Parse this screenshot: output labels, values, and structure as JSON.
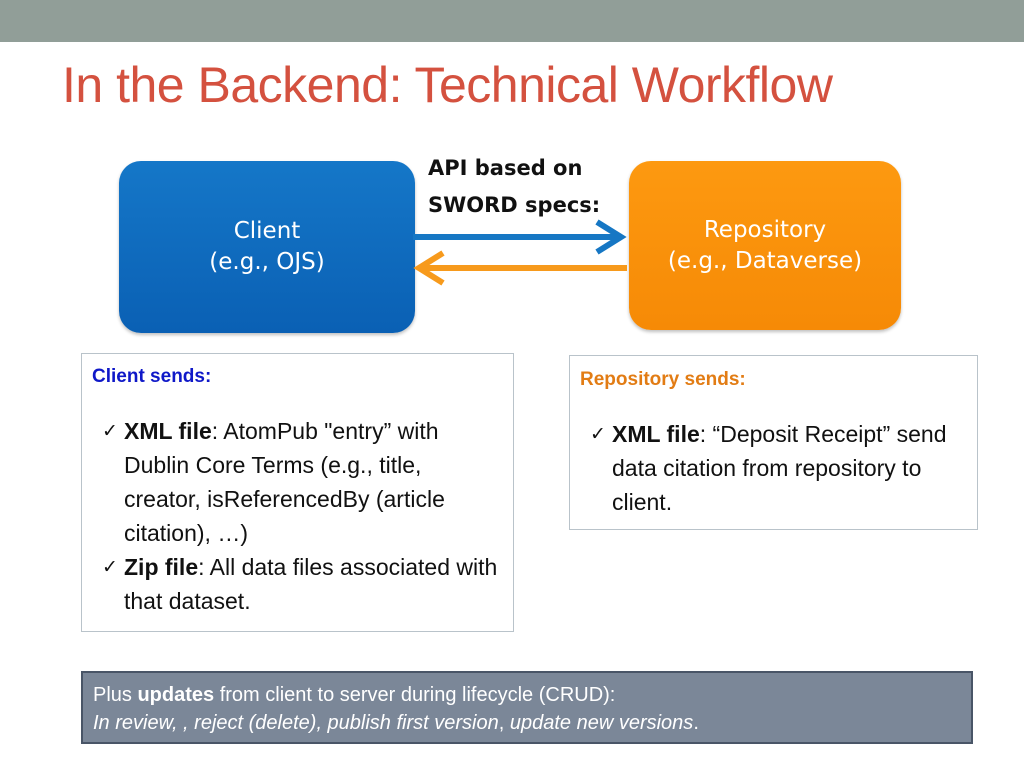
{
  "slide": {
    "title": "In the Backend: Technical Workflow"
  },
  "diagram": {
    "client_node": {
      "line1": "Client",
      "line2": "(e.g., OJS)"
    },
    "repository_node": {
      "line1": "Repository",
      "line2": "(e.g., Dataverse)"
    },
    "connector_label": {
      "line1": "API based on",
      "line2": "SWORD specs:"
    },
    "colors": {
      "client": "#0d6ebf",
      "repository": "#f8900a",
      "arrow_to_repository": "#1677c4",
      "arrow_to_client": "#f79a1c"
    }
  },
  "client_panel": {
    "heading": "Client sends:",
    "items": [
      {
        "bold": "XML file",
        "text": ": AtomPub \"entry” with Dublin Core Terms (e.g., title, creator, isReferencedBy (article citation), …)"
      },
      {
        "bold": "Zip file",
        "text": ": All data files associated with that dataset."
      }
    ]
  },
  "repository_panel": {
    "heading": "Repository sends:",
    "items": [
      {
        "bold": "XML file",
        "text": ": “Deposit Receipt” send data citation from repository to client."
      }
    ]
  },
  "footer": {
    "prefix": "Plus ",
    "bold": "updates",
    "suffix": " from client to server during lifecycle (CRUD):",
    "line2_part1": "In review",
    "line2_part2": ", , reject (delete), publish first version",
    "line2_part3": ", ",
    "line2_part4": "update new versions",
    "line2_part5": "."
  },
  "icons": {
    "bullet": "check-icon"
  }
}
